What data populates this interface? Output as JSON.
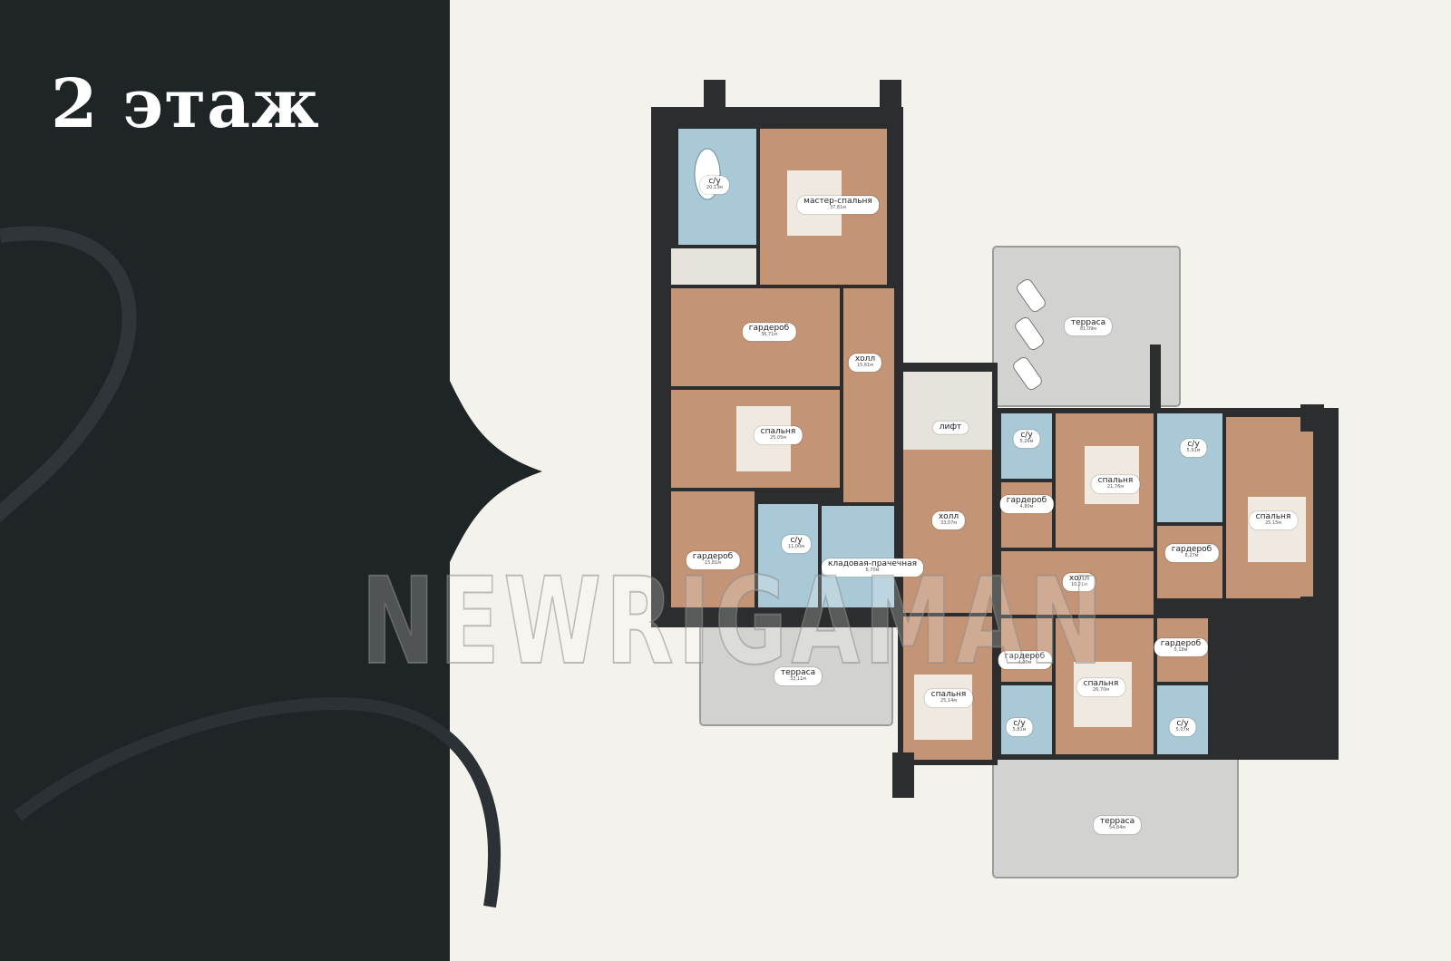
{
  "page": {
    "floor_title": "2 этаж",
    "watermark": "NEWRIGAMAN"
  },
  "colors": {
    "dark_panel": "#1f2427",
    "background": "#f4f2ec",
    "room_wood": "#c39475",
    "bathroom": "#a9c9d7",
    "terrace": "#d2d2d0",
    "walls": "#2b2d2e"
  },
  "rooms": [
    {
      "name": "с/у",
      "area": "20,13м"
    },
    {
      "name": "мастер-спальня",
      "area": "37,81м"
    },
    {
      "name": "гардероб",
      "area": "36,71м"
    },
    {
      "name": "холл",
      "area": "15,61м"
    },
    {
      "name": "спальня",
      "area": "25,05м"
    },
    {
      "name": "терраса",
      "area": "81,09м"
    },
    {
      "name": "лифт",
      "area": ""
    },
    {
      "name": "с/у",
      "area": "5,26м"
    },
    {
      "name": "спальня",
      "area": "21,76м"
    },
    {
      "name": "с/у",
      "area": "5,91м"
    },
    {
      "name": "спальня",
      "area": "25,15м"
    },
    {
      "name": "гардероб",
      "area": "4,80м"
    },
    {
      "name": "холл",
      "area": "33,07м"
    },
    {
      "name": "с/у",
      "area": "11,00м"
    },
    {
      "name": "гардероб",
      "area": "15,81м"
    },
    {
      "name": "кладовая-прачечная",
      "area": "6,70м"
    },
    {
      "name": "гардероб",
      "area": "8,27м"
    },
    {
      "name": "холл",
      "area": "10,21м"
    },
    {
      "name": "гардероб",
      "area": "5,18м"
    },
    {
      "name": "гардероб",
      "area": "4,00м"
    },
    {
      "name": "терраса",
      "area": "33,11м"
    },
    {
      "name": "спальня",
      "area": "25,14м"
    },
    {
      "name": "спальня",
      "area": "26,70м"
    },
    {
      "name": "с/у",
      "area": "5,81м"
    },
    {
      "name": "с/у",
      "area": "5,07м"
    },
    {
      "name": "терраса",
      "area": "54,84м"
    }
  ]
}
